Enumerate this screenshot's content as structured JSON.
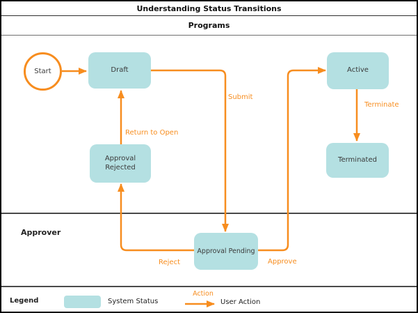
{
  "header": {
    "title": "Understanding Status Transitions"
  },
  "lanes": {
    "programs": {
      "label": "Programs"
    },
    "approver": {
      "label": "Approver"
    }
  },
  "diagram": {
    "nodes": {
      "start": {
        "label": "Start",
        "shape": "circle"
      },
      "draft": {
        "label": "Draft",
        "shape": "rounded-rect"
      },
      "active": {
        "label": "Active",
        "shape": "rounded-rect"
      },
      "terminated": {
        "label": "Terminated",
        "shape": "rounded-rect"
      },
      "approval_rejected": {
        "label": "Approval Rejected",
        "shape": "rounded-rect"
      },
      "approval_pending": {
        "label": "Approval Pending",
        "shape": "rounded-rect"
      }
    },
    "edges": {
      "start_to_draft": {
        "label": "",
        "from": "start",
        "to": "draft"
      },
      "submit": {
        "label": "Submit",
        "from": "draft",
        "to": "approval_pending"
      },
      "reject": {
        "label": "Reject",
        "from": "approval_pending",
        "to": "approval_rejected"
      },
      "return_to_open": {
        "label": "Return to Open",
        "from": "approval_rejected",
        "to": "draft"
      },
      "approve": {
        "label": "Approve",
        "from": "approval_pending",
        "to": "active"
      },
      "terminate": {
        "label": "Terminate",
        "from": "active",
        "to": "terminated"
      }
    }
  },
  "legend": {
    "title": "Legend",
    "system_status_label": "System Status",
    "action_label": "Action",
    "user_action_label": "User Action"
  },
  "colors": {
    "accent_orange": "#f78d1f",
    "status_fill": "#b4e0e2",
    "node_text": "#3a3a3a",
    "lane_line": "#4a4a4a",
    "outer_border": "#000000"
  }
}
